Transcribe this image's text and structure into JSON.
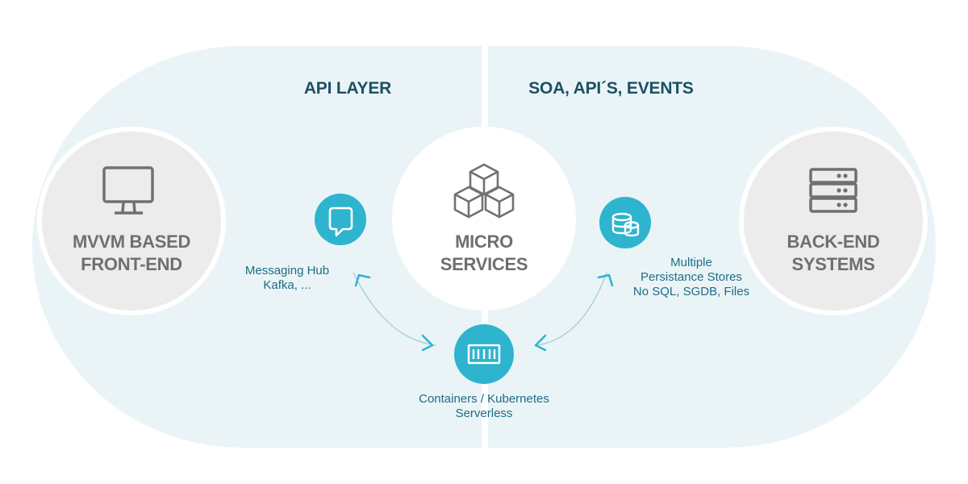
{
  "layers": {
    "api_layer": "API LAYER",
    "soa_layer": "SOA, API´S, EVENTS"
  },
  "nodes": {
    "frontend": {
      "line1": "MVVM BASED",
      "line2": "FRONT-END",
      "icon": "monitor-icon"
    },
    "microservices": {
      "line1": "MICRO",
      "line2": "SERVICES",
      "icon": "cubes-icon"
    },
    "backend": {
      "line1": "BACK-END",
      "line2": "SYSTEMS",
      "icon": "server-rack-icon"
    },
    "messaging": {
      "line1": "Messaging Hub",
      "line2": "Kafka, ...",
      "icon": "chat-bubble-icon"
    },
    "containers": {
      "line1": "Containers / Kubernetes",
      "line2": "Serverless",
      "icon": "container-icon"
    },
    "persistence": {
      "line1": "Multiple",
      "line2": "Persistance Stores",
      "line3": "No SQL, SGDB, Files",
      "icon": "database-coins-icon"
    }
  },
  "colors": {
    "panel": "#eaf4f7",
    "accent": "#2eb4cf",
    "grey_circle": "#ececec",
    "grey_text": "#6f6f6f",
    "dark_teal": "#1d4f63",
    "caption": "#1e6c84",
    "icon_grey": "#707070",
    "connector": "#a7d3df"
  }
}
